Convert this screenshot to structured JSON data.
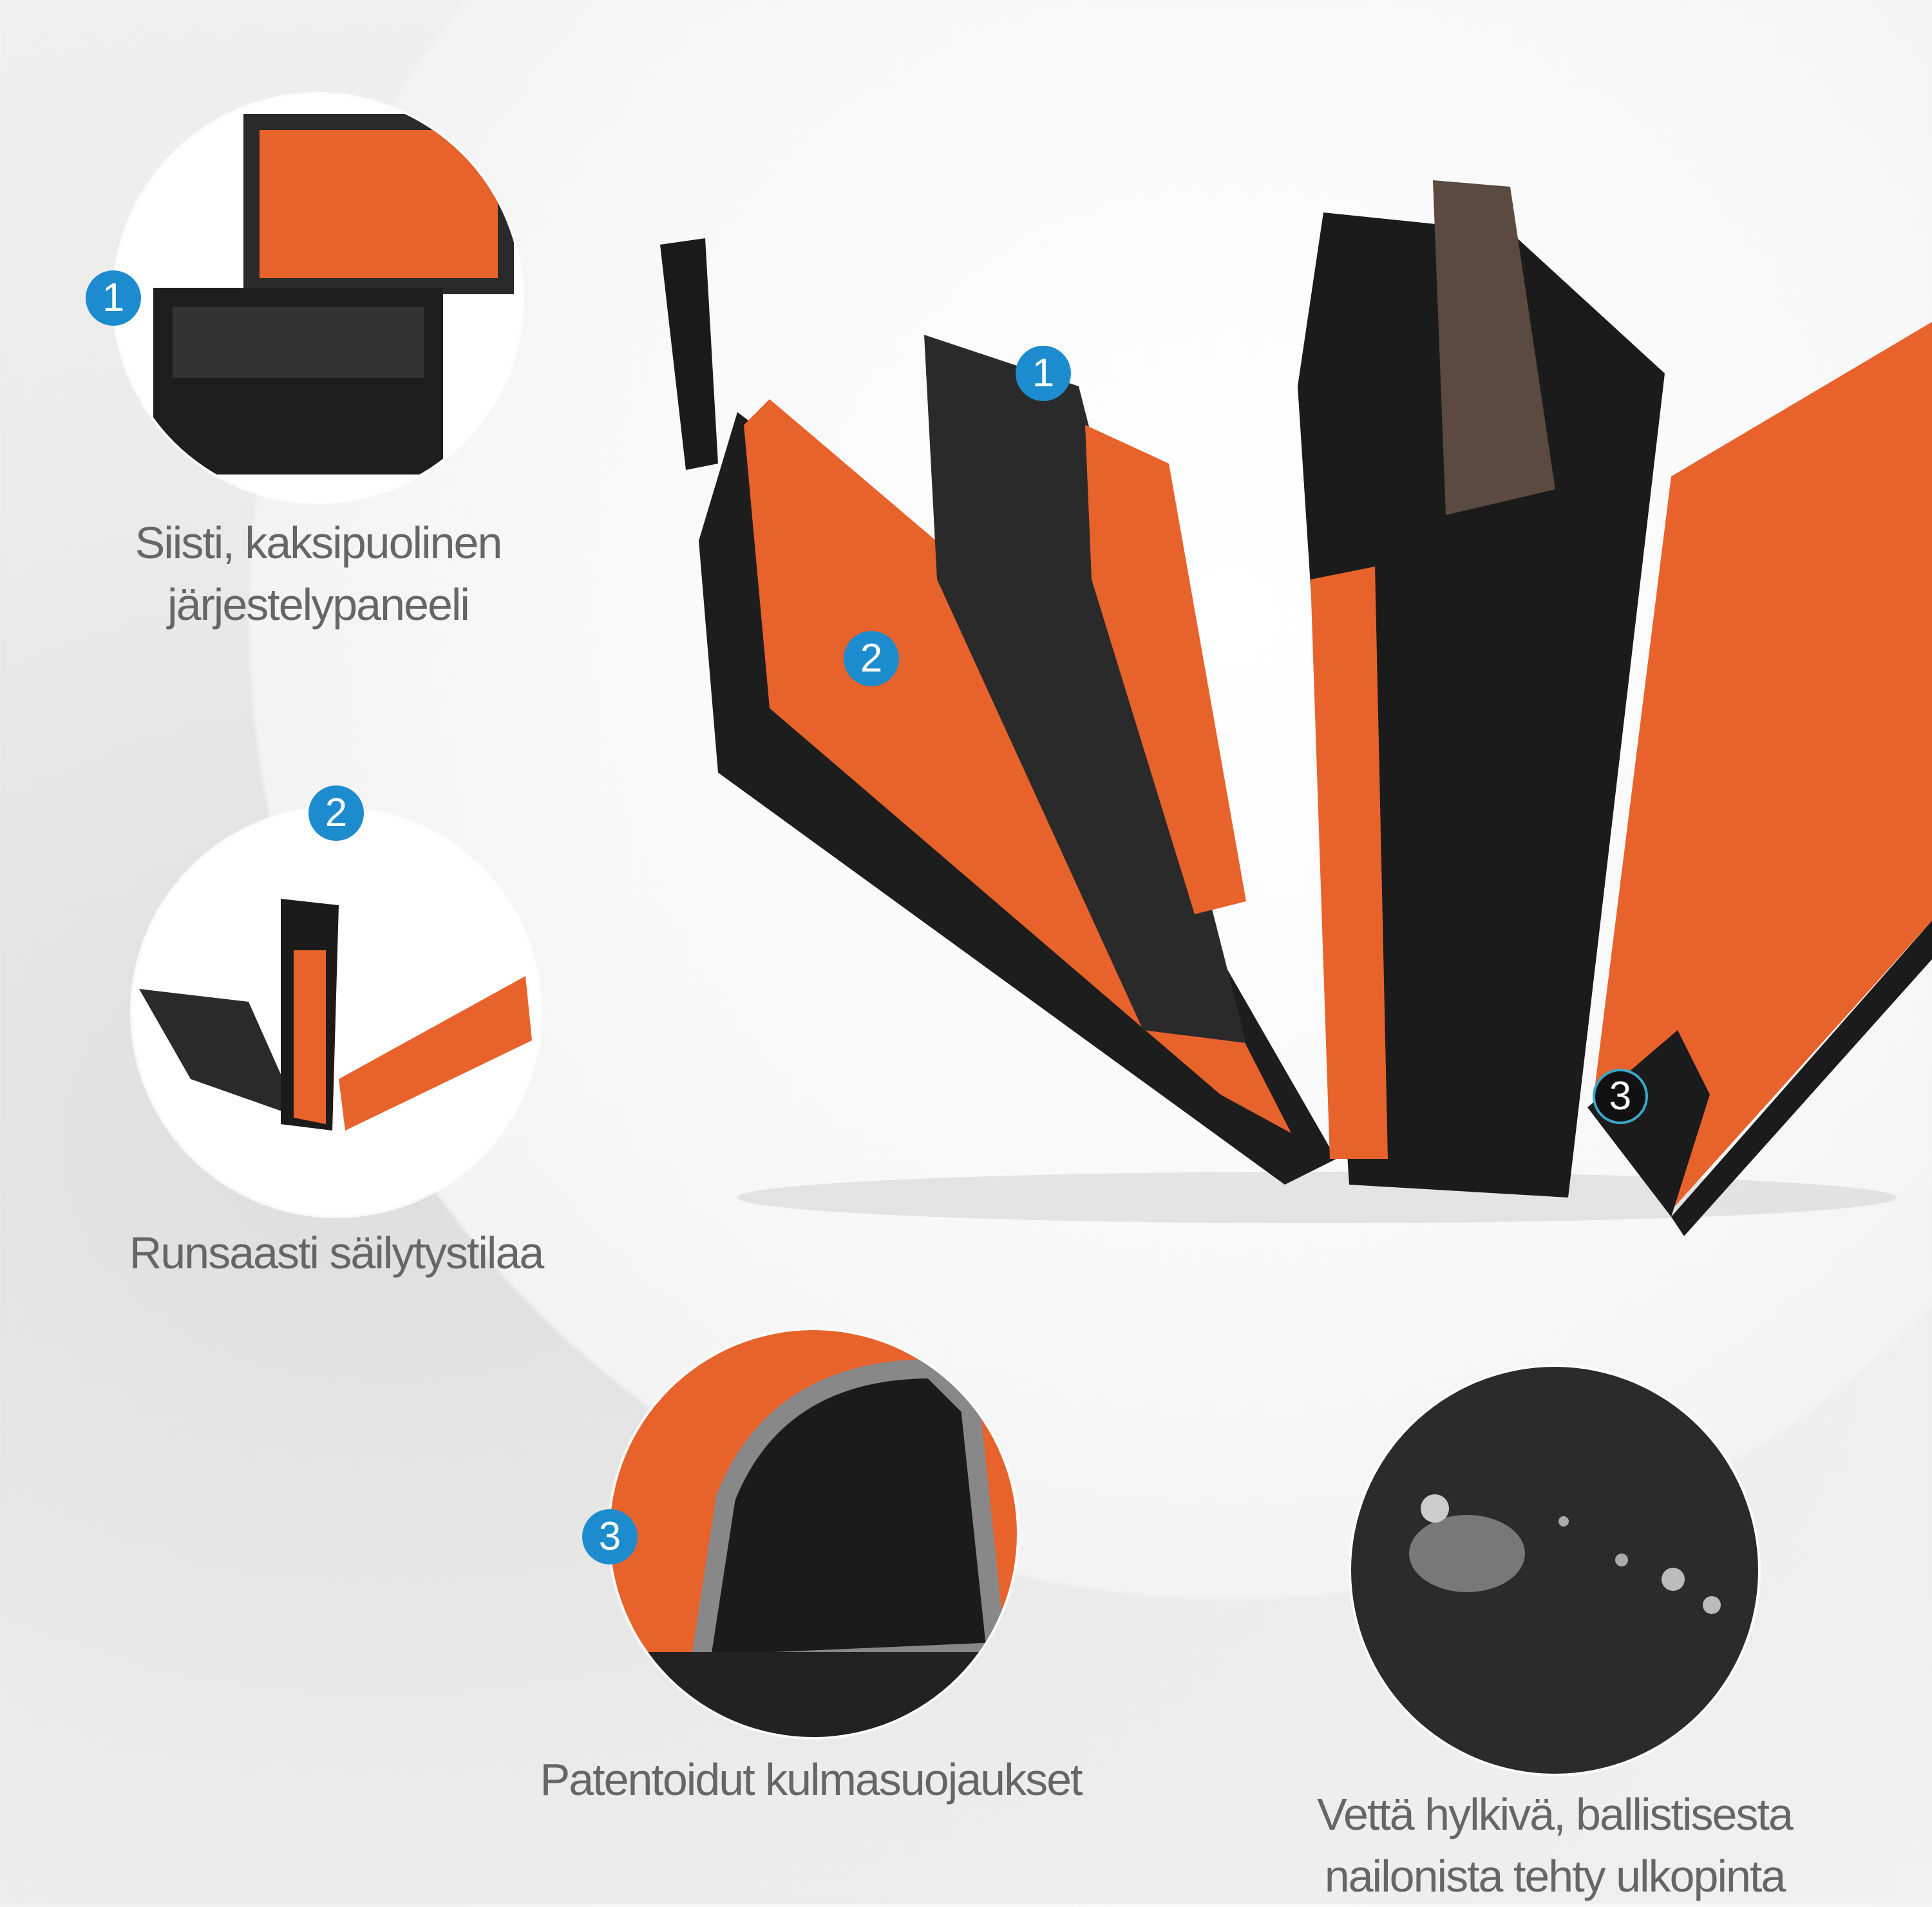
{
  "features": [
    {
      "number": "1",
      "caption_lines": [
        "Siisti, kaksipuolinen",
        "järjestelypaneeli"
      ],
      "image": "organizer-panel-photo"
    },
    {
      "number": "2",
      "caption_lines": [
        "Runsaasti säilytystilaa"
      ],
      "image": "open-bag-compartments-photo"
    },
    {
      "number": "3",
      "caption_lines": [
        "Patentoidut kulmasuojaukset"
      ],
      "image": "corner-protector-photo"
    },
    {
      "number": "",
      "caption_lines": [
        "Vettä hylkivä, ballistisesta",
        "nailonista tehty ulkopinta"
      ],
      "image": "water-repellent-fabric-photo"
    }
  ],
  "main_image": {
    "name": "open-laptop-bag-photo",
    "badges": [
      "1",
      "2",
      "3"
    ]
  },
  "colors": {
    "badge": "#1c8ccf",
    "accent_orange": "#e8622c",
    "bag_black": "#1b1b1b",
    "caption": "#666666"
  }
}
